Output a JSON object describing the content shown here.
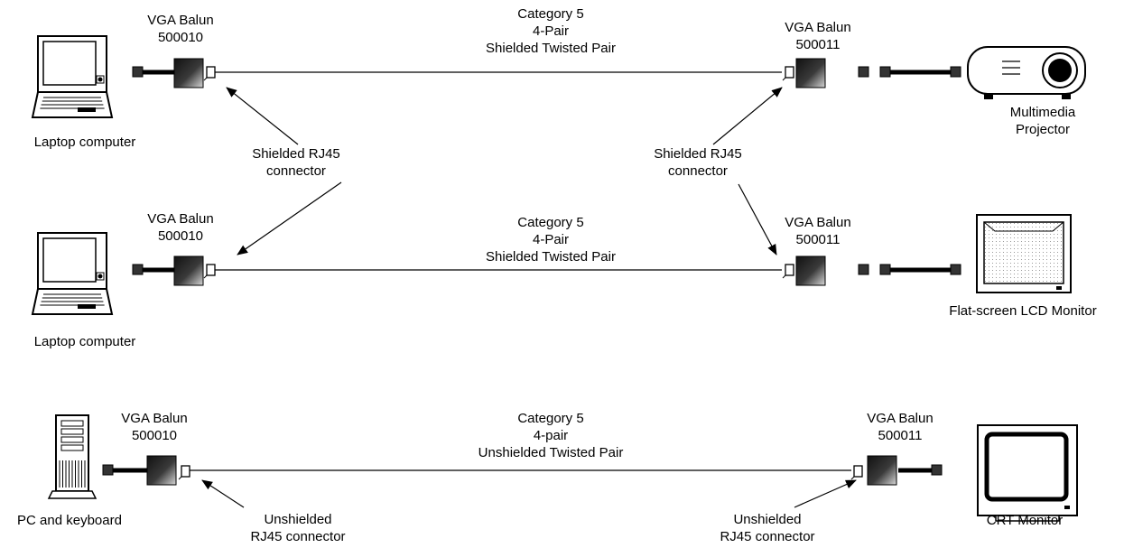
{
  "rows": [
    {
      "source_label": "Laptop computer",
      "source_icon": "laptop-icon",
      "left_balun": [
        "VGA Balun",
        "500010"
      ],
      "cable": [
        "Category 5",
        "4-Pair",
        "Shielded Twisted Pair"
      ],
      "right_balun": [
        "VGA Balun",
        "500011"
      ],
      "dest_label": [
        "Multimedia",
        "Projector"
      ],
      "dest_icon": "projector-icon"
    },
    {
      "source_label": "Laptop computer",
      "source_icon": "laptop-icon",
      "left_balun": [
        "VGA Balun",
        "500010"
      ],
      "cable": [
        "Category 5",
        "4-Pair",
        "Shielded Twisted Pair"
      ],
      "right_balun": [
        "VGA Balun",
        "500011"
      ],
      "dest_label": [
        "Flat-screen LCD Monitor"
      ],
      "dest_icon": "lcd-monitor-icon"
    },
    {
      "source_label": "PC and keyboard",
      "source_icon": "pc-tower-icon",
      "left_balun": [
        "VGA Balun",
        "500010"
      ],
      "cable": [
        "Category 5",
        "4-pair",
        "Unshielded Twisted Pair"
      ],
      "right_balun": [
        "VGA Balun",
        "500011"
      ],
      "dest_label": [
        "CRT Monitor"
      ],
      "dest_icon": "crt-monitor-icon"
    }
  ],
  "callouts": {
    "shielded_left": [
      "Shielded RJ45",
      "connector"
    ],
    "shielded_right": [
      "Shielded RJ45",
      "connector"
    ],
    "unshielded_left": [
      "Unshielded",
      "RJ45 connector"
    ],
    "unshielded_right": [
      "Unshielded",
      "RJ45 connector"
    ]
  }
}
